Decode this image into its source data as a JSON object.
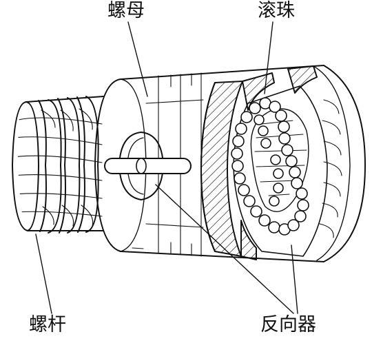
{
  "labels": {
    "nut": "螺母",
    "ball": "滚珠",
    "screw": "螺杆",
    "reverser": "反向器"
  },
  "colors": {
    "stroke": "#111111",
    "background": "#ffffff"
  }
}
